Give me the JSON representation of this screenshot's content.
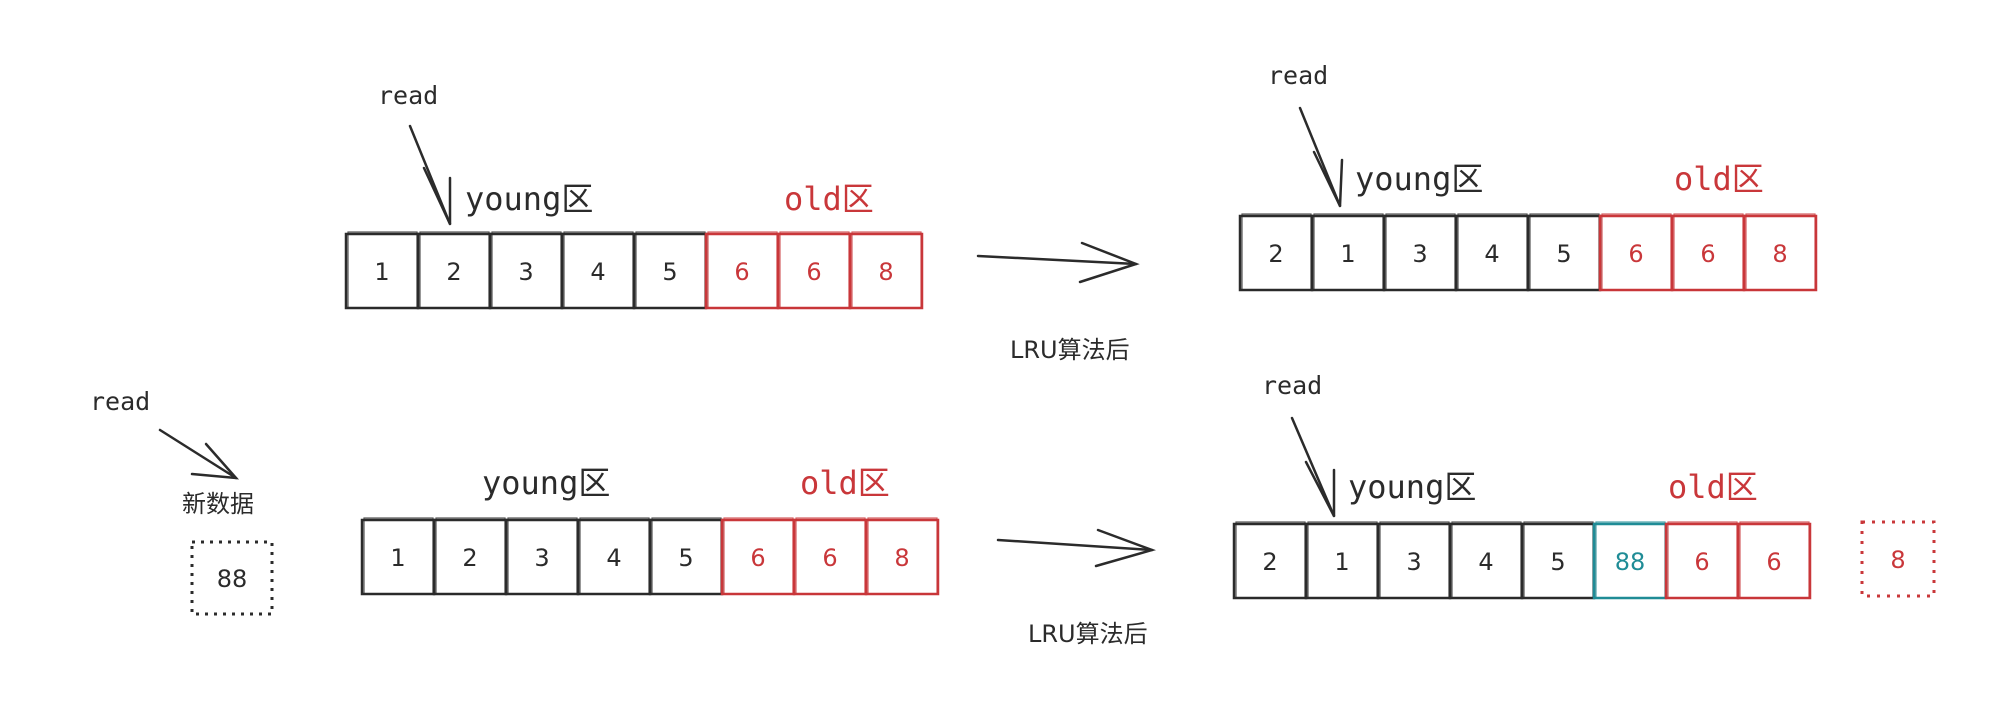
{
  "colors": {
    "ink": "#2b2b2b",
    "old": "#c9373a",
    "new": "#1f8c96"
  },
  "panels": {
    "top_before": {
      "read_label": "read",
      "young_label": "young区",
      "old_label": "old区",
      "cells": [
        "1",
        "2",
        "3",
        "4",
        "5",
        "6",
        "6",
        "8"
      ]
    },
    "top_after": {
      "read_label": "read",
      "young_label": "young区",
      "old_label": "old区",
      "cells": [
        "2",
        "1",
        "3",
        "4",
        "5",
        "6",
        "6",
        "8"
      ]
    },
    "bottom_before": {
      "read_label": "read",
      "new_data_label": "新数据",
      "new_value": "88",
      "young_label": "young区",
      "old_label": "old区",
      "cells": [
        "1",
        "2",
        "3",
        "4",
        "5",
        "6",
        "6",
        "8"
      ]
    },
    "bottom_after": {
      "read_label": "read",
      "young_label": "young区",
      "old_label": "old区",
      "cells": [
        "2",
        "1",
        "3",
        "4",
        "5",
        "88",
        "6",
        "6"
      ],
      "evicted": "8"
    }
  },
  "transitions": {
    "top_caption": "LRU算法后",
    "bottom_caption": "LRU算法后"
  }
}
